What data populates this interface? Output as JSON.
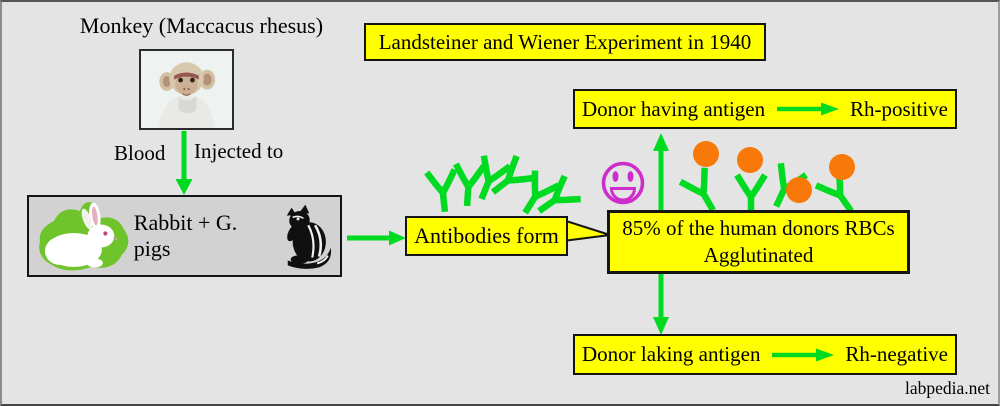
{
  "colors": {
    "background": "#e4e4e4",
    "box_yellow": "#ffff00",
    "arrow_green": "#00db21",
    "antigen_orange": "#f8780a",
    "smiley_magenta": "#cb2ecb",
    "hosts_box_gray": "#d2d2d2",
    "text": "#000000"
  },
  "header": {
    "experiment_title": "Landsteiner and Wiener Experiment in 1940"
  },
  "source": {
    "monkey_caption": "Monkey (Maccacus rhesus)",
    "blood_label": "Blood",
    "injected_label": "Injected to"
  },
  "hosts": {
    "label": "Rabbit + G. pigs"
  },
  "antibodies": {
    "label": "Antibodies form"
  },
  "outcome": {
    "line1": "85% of the human donors RBCs",
    "line2": "Agglutinated"
  },
  "rh_positive": {
    "donor_label": "Donor having antigen",
    "result_label": "Rh-positive"
  },
  "rh_negative": {
    "donor_label": "Donor laking antigen",
    "result_label": "Rh-negative"
  },
  "watermark": {
    "label": "labpedia.net"
  },
  "icons": {
    "monkey_photo": "rhesus-monkey-photo",
    "rabbit_image": "white-rabbit-on-grass",
    "chipmunk_image": "chipmunk-silhouette",
    "antibody": "green-y-antibody",
    "antigen": "orange-rbc-antigen",
    "smiley": "magenta-happy-face"
  }
}
